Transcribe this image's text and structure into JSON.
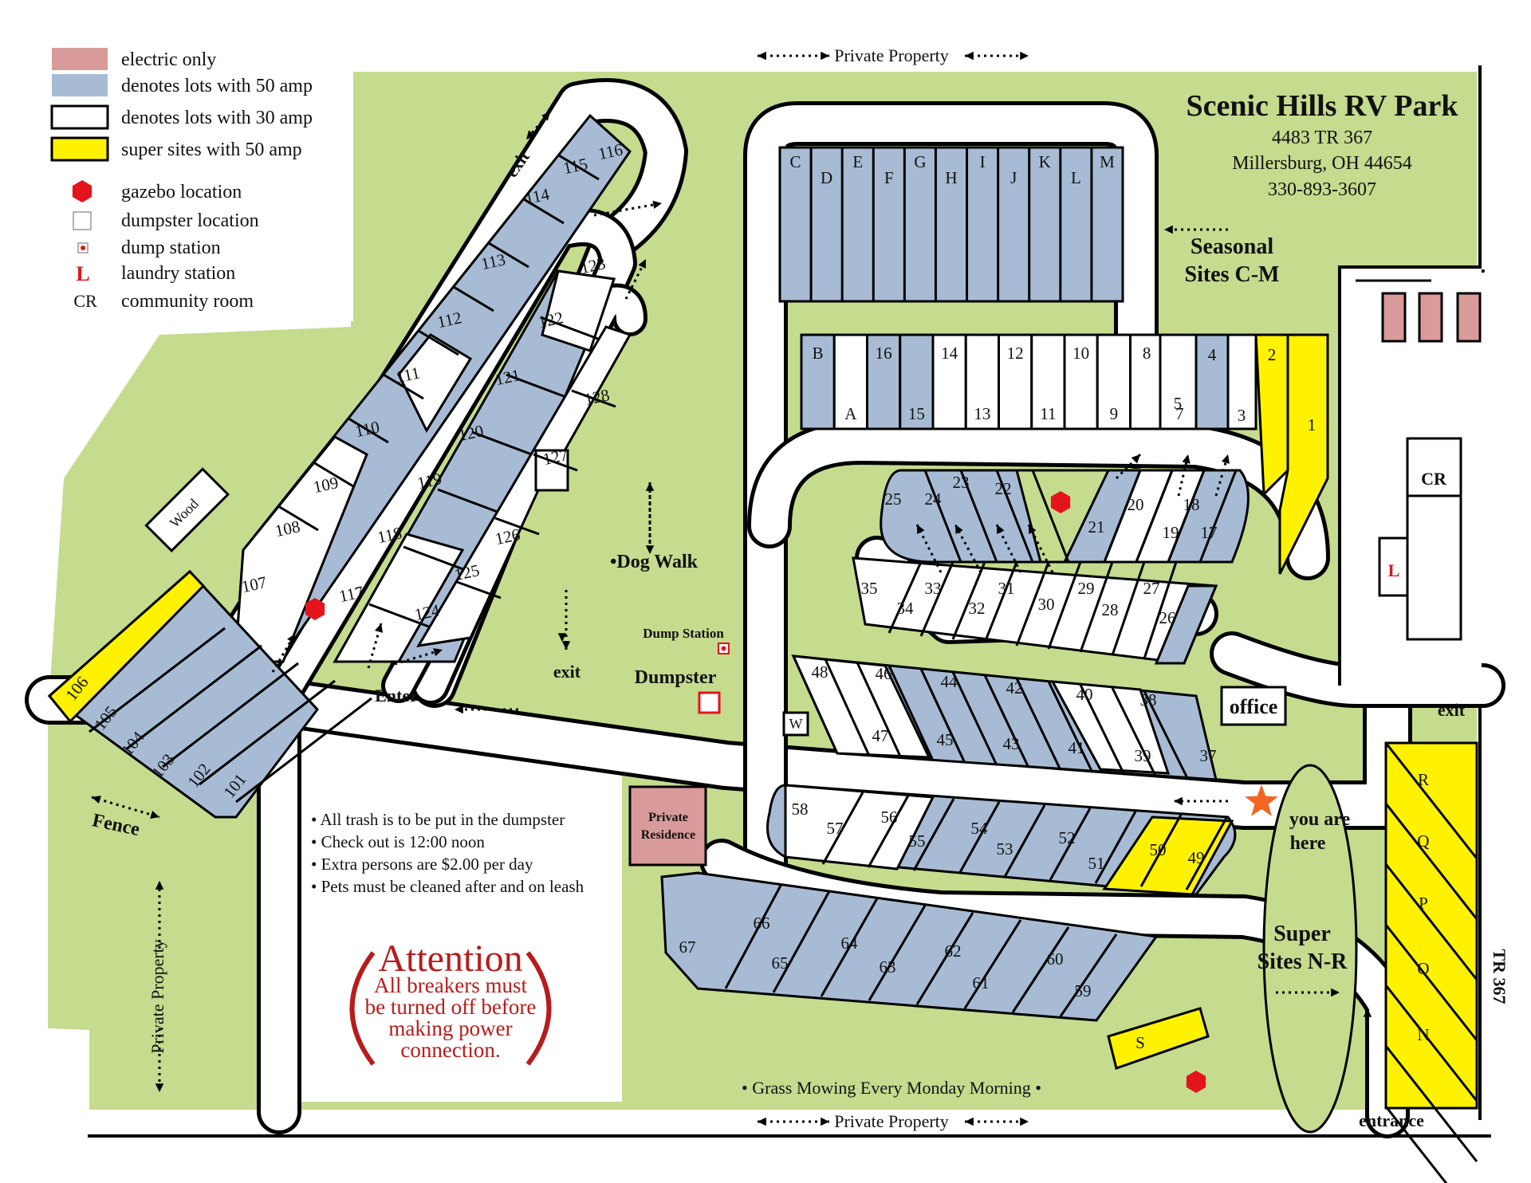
{
  "colors": {
    "grass": "#c5db8e",
    "road": "#ffffff",
    "road_edge": "#000000",
    "lot_50amp": "#a7bbd4",
    "lot_30amp": "#ffffff",
    "lot_super": "#fff200",
    "lot_electric": "#d99a9a",
    "gazebo": "#e3141b",
    "attention": "#b71c1c",
    "star": "#f26522"
  },
  "legend": {
    "electric_only": "electric only",
    "amp50": "denotes lots with 50 amp",
    "amp30": "denotes lots with 30 amp",
    "super": "super sites with 50 amp",
    "gazebo": "gazebo location",
    "dumpster": "dumpster location",
    "dump_station": "dump station",
    "laundry_symbol": "L",
    "laundry": "laundry station",
    "cr_symbol": "CR",
    "community": "community room"
  },
  "header": {
    "title": "Scenic Hills RV Park",
    "address": "4483 TR 367",
    "city": "Millersburg, OH 44654",
    "phone": "330-893-3607"
  },
  "labels": {
    "private_top": "Private Property",
    "private_bottom": "Private Property",
    "private_left": "Private Property",
    "seasonal_1": "Seasonal",
    "seasonal_2": "Sites C-M",
    "exit_top": "exit",
    "exit_mid": "exit",
    "exit_right": "exit",
    "enter": "Enter",
    "entrance": "entrance",
    "dog_walk": "•Dog Walk",
    "dump_station": "Dump Station",
    "dumpster": "Dumpster",
    "office": "office",
    "cr": "CR",
    "laundry": "L",
    "wood": "Wood",
    "w": "W",
    "fence": "Fence",
    "private_res_1": "Private",
    "private_res_2": "Residence",
    "you_are_1": "you are",
    "you_are_2": "here",
    "super_1": "Super",
    "super_2": "Sites N-R",
    "tr367": "TR 367",
    "grass_mowing": "• Grass Mowing Every Monday Morning •"
  },
  "rules": [
    "• All trash is to be put in the dumpster",
    "• Check out is 12:00 noon",
    "• Extra persons are $2.00 per day",
    "• Pets must be cleaned after and on leash"
  ],
  "attention": {
    "title": "Attention",
    "lines": [
      "All breakers must",
      "be turned off before",
      "making power",
      "connection."
    ]
  },
  "lots": {
    "seasonal": [
      "C",
      "D",
      "E",
      "F",
      "G",
      "H",
      "I",
      "J",
      "K",
      "L",
      "M"
    ],
    "row_a": [
      "B",
      "A",
      "16",
      "15",
      "14",
      "13",
      "12",
      "11",
      "10",
      "9",
      "8",
      "7",
      "5",
      "4",
      "3",
      "2",
      "1"
    ],
    "oval": [
      "25",
      "24",
      "23",
      "22",
      "21",
      "20",
      "19",
      "18",
      "17"
    ],
    "row_35": [
      "35",
      "34",
      "33",
      "32",
      "31",
      "30",
      "29",
      "28",
      "27",
      "26"
    ],
    "row_48": [
      "48",
      "47",
      "46",
      "45",
      "44",
      "43",
      "42",
      "41",
      "40",
      "39",
      "38",
      "37"
    ],
    "row_58": [
      "58",
      "57",
      "56",
      "55",
      "54",
      "53",
      "52",
      "51",
      "50",
      "49"
    ],
    "row_67": [
      "67",
      "66",
      "65",
      "64",
      "63",
      "62",
      "61",
      "60",
      "59"
    ],
    "left_1": [
      "107",
      "108",
      "109",
      "110",
      "111",
      "112",
      "113",
      "114",
      "115",
      "116"
    ],
    "left_2": [
      "117",
      "118",
      "119",
      "120",
      "121",
      "122",
      "123"
    ],
    "left_3": [
      "124",
      "125",
      "126",
      "127",
      "128"
    ],
    "bottom_left": [
      "106",
      "105",
      "104",
      "103",
      "102",
      "101"
    ],
    "super_right": [
      "R",
      "Q",
      "P",
      "O",
      "N"
    ],
    "s": "S"
  }
}
